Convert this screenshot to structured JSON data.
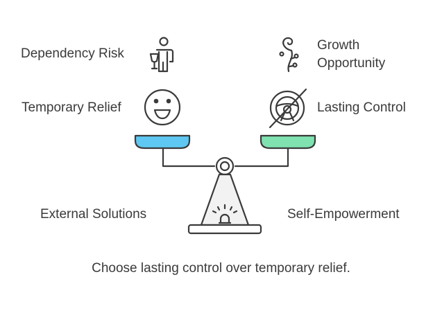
{
  "left_side": {
    "top_label": "Dependency Risk",
    "mid_label": "Temporary Relief",
    "base_label": "External Solutions",
    "pan_color": "#5ec8f2",
    "top_icon": "person-holding-cup-icon",
    "mid_icon": "smiley-face-icon"
  },
  "right_side": {
    "top_label_line1": "Growth",
    "top_label_line2": "Opportunity",
    "mid_label": "Lasting Control",
    "base_label": "Self-Empowerment",
    "pan_color": "#7fe2b0",
    "top_icon": "sprout-icon",
    "mid_icon": "steering-wheel-crossed-icon"
  },
  "caption": "Choose lasting control over temporary relief.",
  "colors": {
    "stroke": "#3a3a3a",
    "fulcrum_fill": "#f2f2f2"
  }
}
